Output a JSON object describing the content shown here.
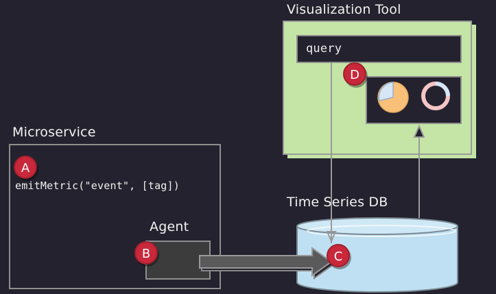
{
  "microservice": {
    "title": "Microservice",
    "code": "emitMetric(\"event\", [tag])",
    "badge": "A"
  },
  "agent": {
    "title": "Agent",
    "badge": "B"
  },
  "database": {
    "title": "Time Series DB",
    "badge": "C"
  },
  "visualization": {
    "title": "Visualization Tool",
    "query_label": "query",
    "badge": "D"
  },
  "colors": {
    "background": "#23222e",
    "panel_green": "#c5e5a6",
    "db_blue": "#bfe0f2",
    "badge_red": "#c8283a",
    "pie_orange": "#f8c078",
    "pie_blue": "#d6e6f7",
    "donut_pink": "#f5c5c5"
  },
  "icons": [
    "pie-chart-icon",
    "donut-chart-icon"
  ]
}
